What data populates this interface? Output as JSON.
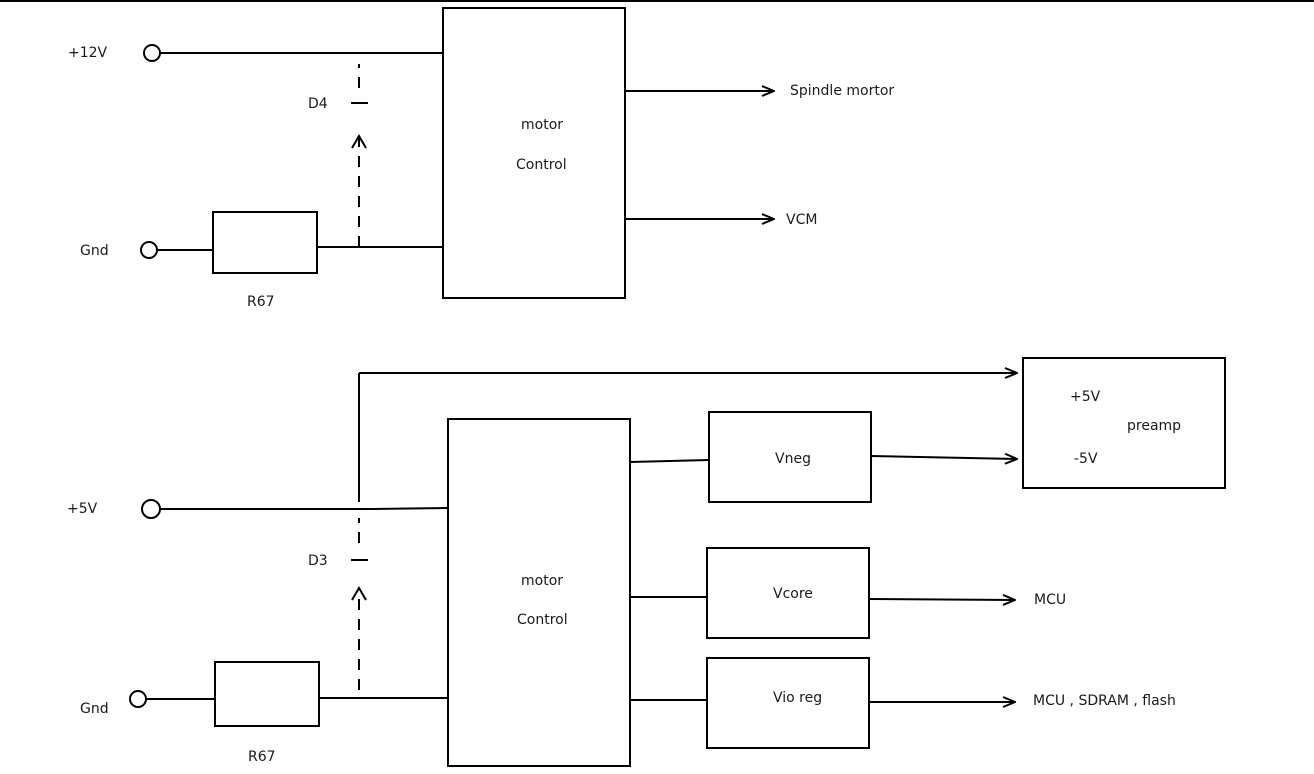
{
  "top_circuit": {
    "input_12v": "+12V",
    "input_gnd": "Gnd",
    "diode": "D4",
    "resistor": "R67",
    "block_line1": "motor",
    "block_line2": "Control",
    "out_spindle": "Spindle mortor",
    "out_vcm": "VCM"
  },
  "bottom_circuit": {
    "input_5v": "+5V",
    "input_gnd": "Gnd",
    "diode": "D3",
    "resistor": "R67",
    "block_line1": "motor",
    "block_line2": "Control",
    "vneg": "Vneg",
    "vcore": "Vcore",
    "vio": "Vio reg",
    "preamp": "preamp",
    "preamp_pos": "+5V",
    "preamp_neg": "-5V",
    "out_mcu": "MCU",
    "out_mcu_sdram_flash": "MCU , SDRAM , flash"
  }
}
